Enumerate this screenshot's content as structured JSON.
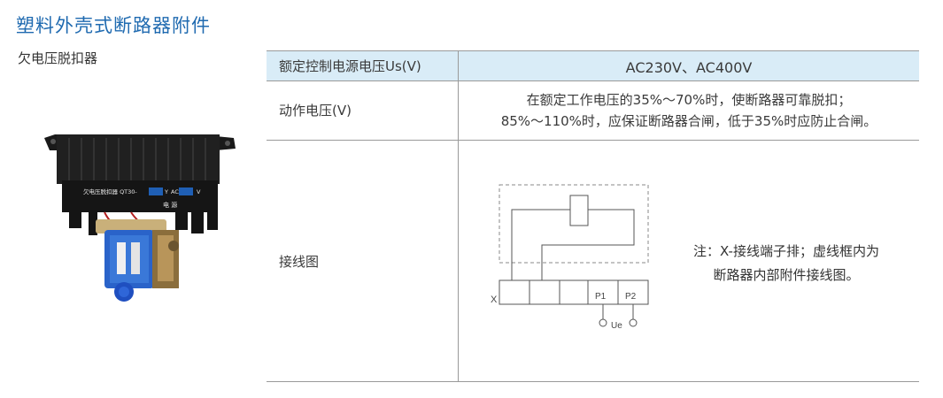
{
  "page": {
    "title": "塑料外壳式断路器附件",
    "subtitle": "欠电压脱扣器"
  },
  "product_image": {
    "label_text": "欠电压脱扣器  QT30-",
    "power_text": "电 源",
    "body_color": "#1c1c1c",
    "coil_color": "#2a63c9"
  },
  "table": {
    "header": {
      "label": "额定控制电源电压Us(V)",
      "value": "AC230V、AC400V"
    },
    "action_voltage": {
      "label": "动作电压(V)",
      "line1": "在额定工作电压的35%～70%时，使断路器可靠脱扣；",
      "line2": "85%～110%时，应保证断路器合闸，低于35%时应防止合闸。"
    },
    "wiring": {
      "label": "接线图",
      "diagram": {
        "x_label": "X",
        "p1_label": "P1",
        "p2_label": "P2",
        "ue_label": "Ue"
      },
      "note_line1": "注：X-接线端子排；虚线框内为",
      "note_line2": "断路器内部附件接线图。"
    }
  },
  "colors": {
    "title": "#1f6ab0",
    "header_bg": "#d9ecf7",
    "border": "#9a9a9a"
  }
}
